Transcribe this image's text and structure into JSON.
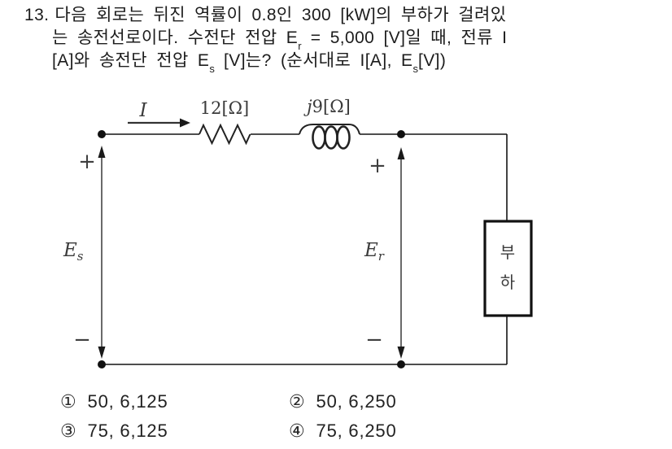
{
  "colors": {
    "background": "#ffffff",
    "ink": "#1c1c1c"
  },
  "question": {
    "number": "13.",
    "line1": "다음 회로는 뒤진 역률이 0.8인 300 [kW]의 부하가 걸려있",
    "line2": {
      "seg0": "는 송전선로이다. 수전단 전압 E",
      "sub0": "r",
      "seg1": " = 5,000 [V]일 때, 전류 I"
    },
    "line3": {
      "seg0": "[A]와 송전단 전압 E",
      "sub0": "s",
      "seg1": " [V]는? (순서대로 I[A], E",
      "sub1": "s",
      "seg2": "[V])"
    }
  },
  "circuit": {
    "current_label": "I",
    "resistor_label": "12[Ω]",
    "inductor_label": {
      "j": "j",
      "rest": "9[Ω]"
    },
    "sending_voltage": {
      "main": "E",
      "sub": "s"
    },
    "receiving_voltage": {
      "main": "E",
      "sub": "r"
    },
    "plus_left": "+",
    "minus_left": "−",
    "plus_right": "+",
    "minus_right": "−",
    "load_label": {
      "char1": "부",
      "char2": "하"
    }
  },
  "options": [
    {
      "num": "①",
      "text": "50, 6,125"
    },
    {
      "num": "②",
      "text": "50, 6,250"
    },
    {
      "num": "③",
      "text": "75, 6,125"
    },
    {
      "num": "④",
      "text": "75, 6,250"
    }
  ]
}
